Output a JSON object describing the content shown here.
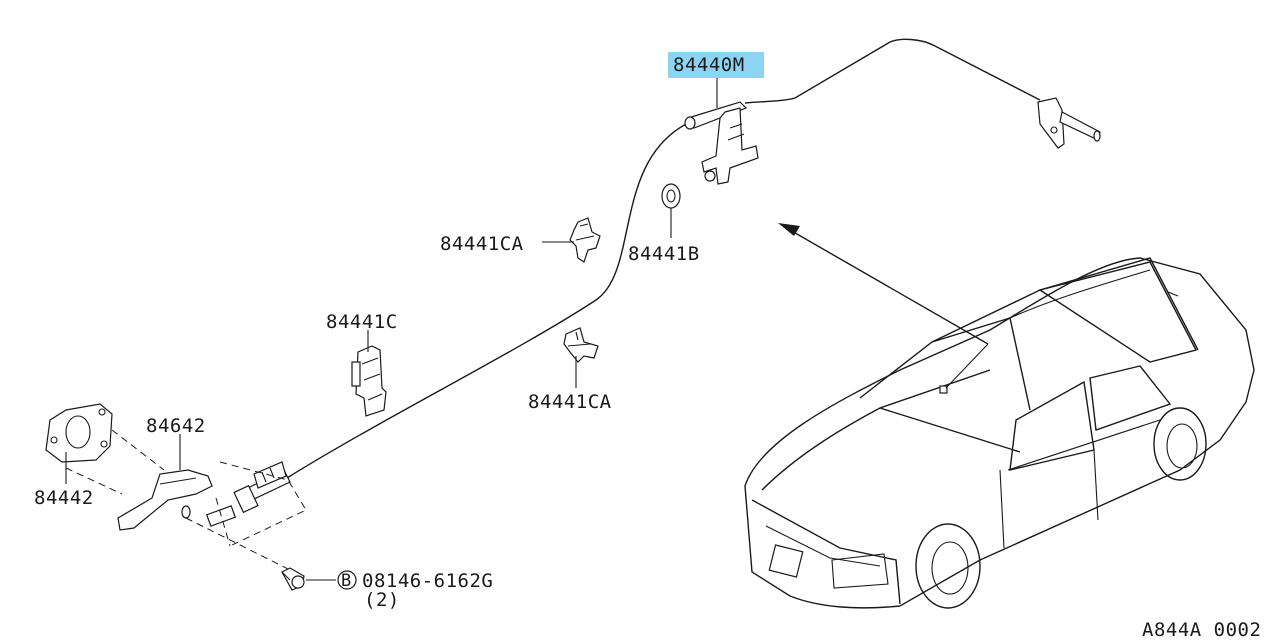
{
  "callouts": {
    "cable": "84440M",
    "clip_upper": "84441CA",
    "grommet": "84441B",
    "clamp": "84441C",
    "clip_lower": "84441CA",
    "lever": "84642",
    "bracket": "84442",
    "bolt_code": "08146-6162G",
    "bolt_qty": "(2)",
    "bolt_symbol": "B"
  },
  "highlight": {
    "label": "84440M",
    "color": "#8fd3f3"
  },
  "diagram_id": "A844A 0002"
}
